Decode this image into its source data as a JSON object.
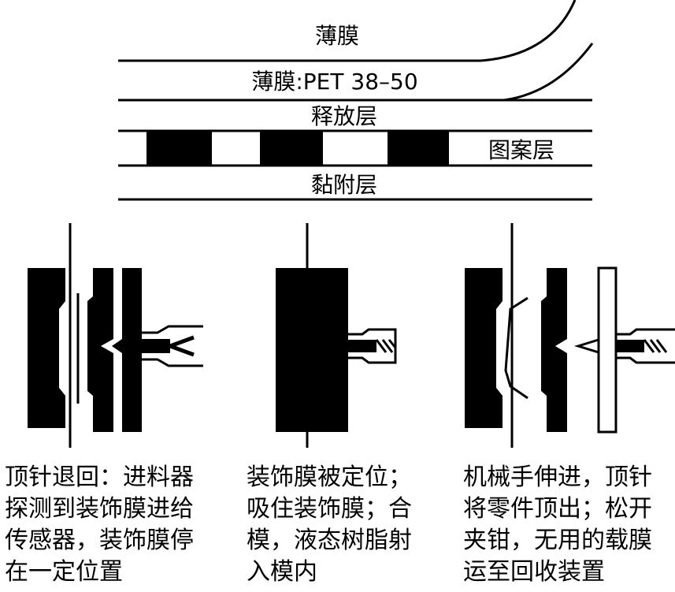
{
  "layers": {
    "film_top": "薄膜",
    "film_pet": "薄膜:PET 38–50",
    "release": "释放层",
    "pattern": "图案层",
    "adhesive": "黏附层"
  },
  "steps": [
    {
      "lines": [
        "顶针退回：进料器",
        "探测到装饰膜进给",
        "传感器，装饰膜停",
        "在一定位置"
      ]
    },
    {
      "lines": [
        "装饰膜被定位；",
        "吸住装饰膜；合",
        "模，液态树脂射",
        "入模内"
      ]
    },
    {
      "lines": [
        "机械手伸进，顶针",
        "将零件顶出；松开",
        "夹钳，无用的载膜",
        "运至回收装置"
      ]
    }
  ]
}
